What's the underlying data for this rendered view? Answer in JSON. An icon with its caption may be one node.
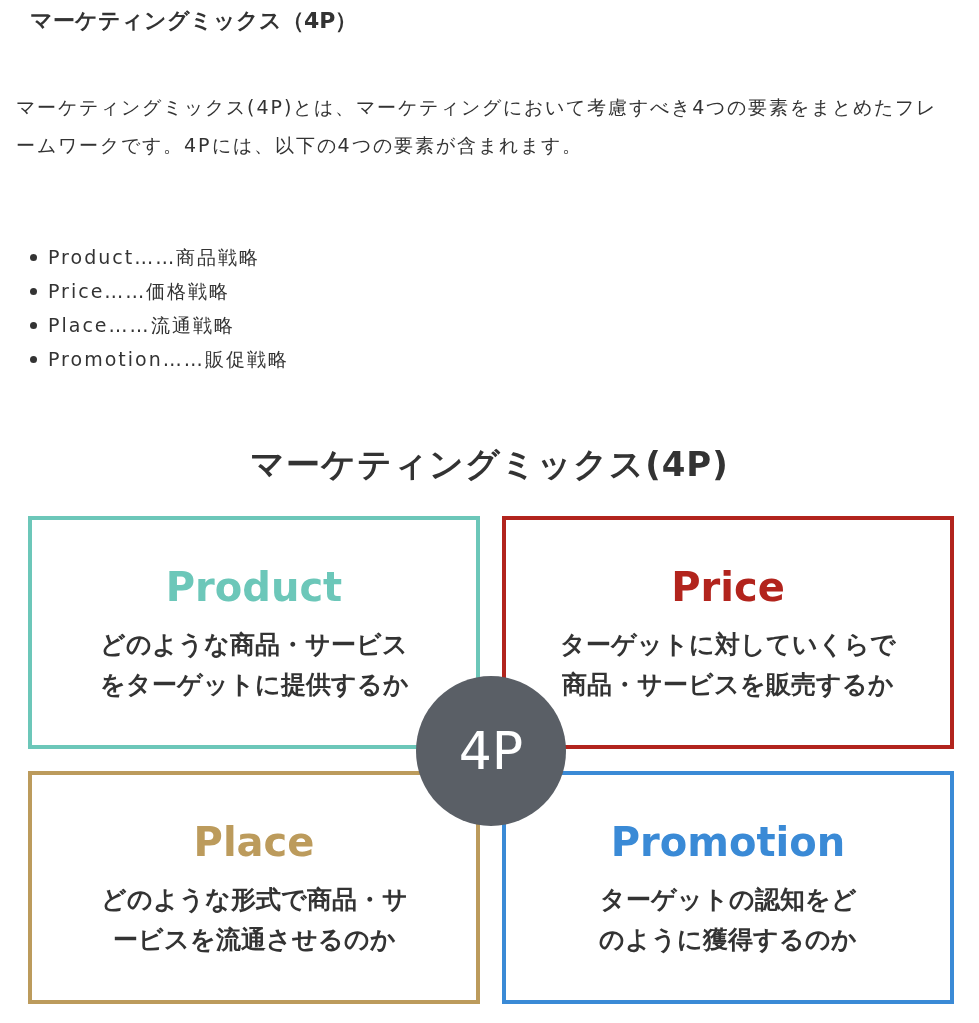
{
  "diagram": {
    "title": "マーケティングミックス（4P）",
    "nodes": [
      {
        "text": [
          "Product",
          "どのような商品・サービスをターゲットに提供するか"
        ]
      },
      {
        "text": [
          "Price",
          "ターゲットに対していくらで商品・サービスを販売するか"
        ]
      },
      {
        "text": [
          "Place",
          "どのような形式で商品・サービスを流通させるのか"
        ]
      },
      {
        "text": [
          "Promotion",
          "ターゲットの認知をどのように獲得するのか"
        ]
      },
      {
        "text": [
          "4P"
        ]
      }
    ],
    "edges": [],
    "labels": [
      "マーケティングミックス(4P)とは、マーケティングにおいて考慮すべき4つの要素をまとめたフレームワークです。4Pには、以下の4つの要素が含まれます。",
      "Product……商品戦略",
      "Price……価格戦略",
      "Place……流通戦略",
      "Promotion……販促戦略",
      "マーケティングミックス(4P)"
    ]
  }
}
